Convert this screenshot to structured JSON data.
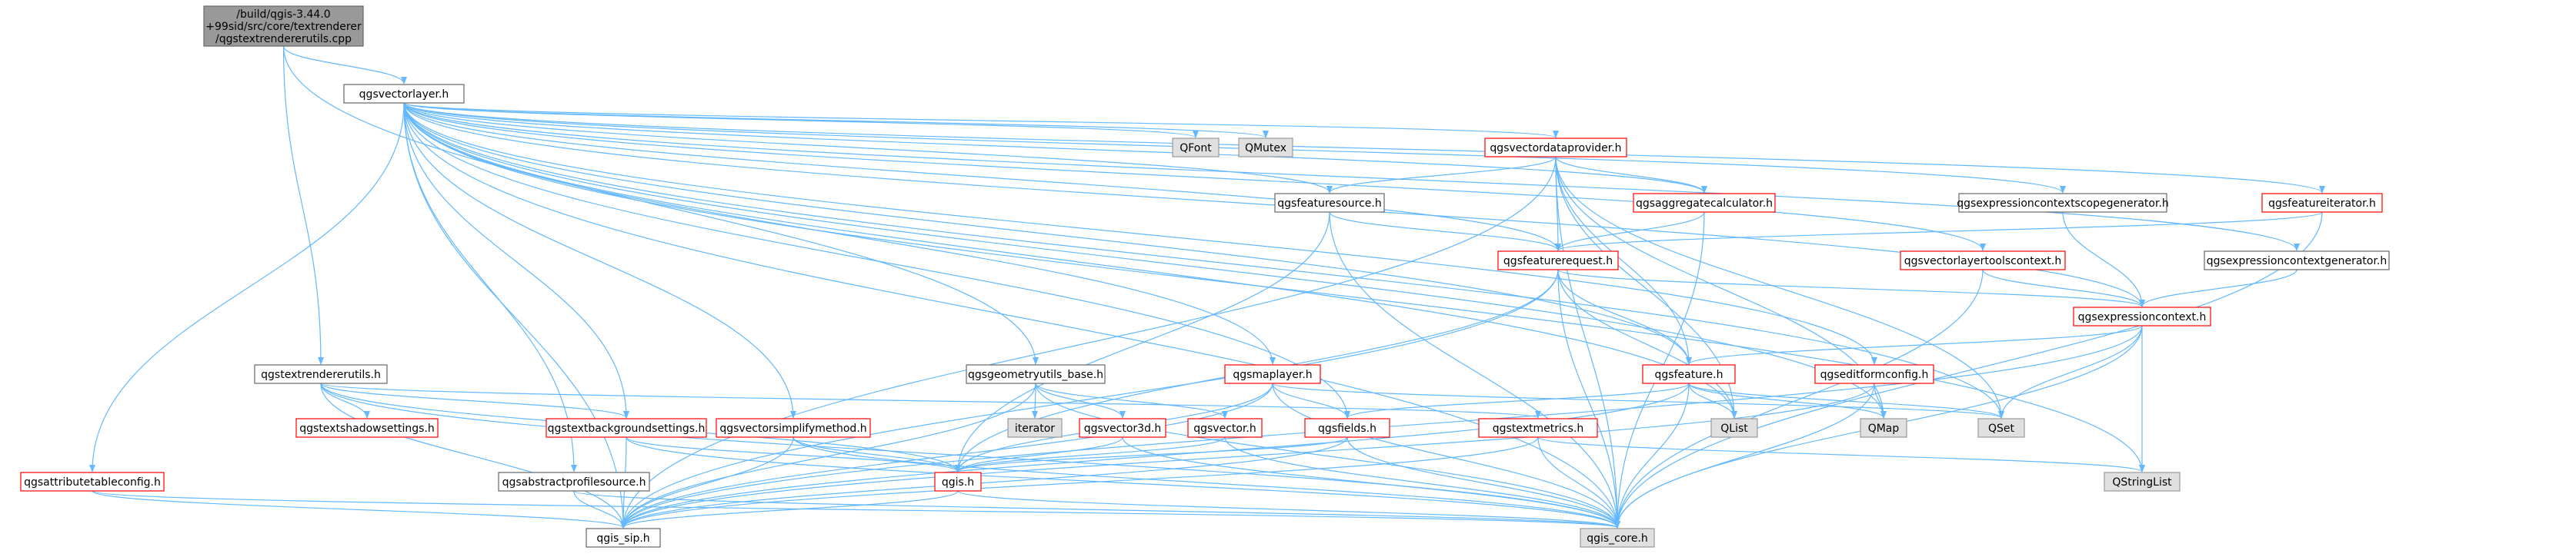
{
  "colors": {
    "edge": "#63b8ff",
    "arrow": "#63b8ff",
    "root_fill": "#999999",
    "root_border": "#666666",
    "node_fill": "#ffffff",
    "node_border_normal": "#666666",
    "node_border_red": "#ff0000",
    "node_fill_external": "#e0e0e0",
    "node_border_external": "#999999"
  },
  "nodes": [
    {
      "id": "root",
      "kind": "root",
      "lines": [
        "/build/qgis-3.44.0",
        "+99sid/src/core/textrenderer",
        "/qgstextrendererutils.cpp"
      ]
    },
    {
      "id": "vectorlayer",
      "kind": "normal",
      "lines": [
        "qgsvectorlayer.h"
      ]
    },
    {
      "id": "qfont",
      "kind": "external",
      "lines": [
        "QFont"
      ]
    },
    {
      "id": "qmutex",
      "kind": "external",
      "lines": [
        "QMutex"
      ]
    },
    {
      "id": "vdp",
      "kind": "red",
      "lines": [
        "qgsvectordataprovider.h"
      ]
    },
    {
      "id": "featuresource",
      "kind": "normal",
      "lines": [
        "qgsfeaturesource.h"
      ]
    },
    {
      "id": "aggcalc",
      "kind": "red",
      "lines": [
        "qgsaggregatecalculator.h"
      ]
    },
    {
      "id": "ecsg",
      "kind": "normal",
      "lines": [
        "qgsexpressioncontextscopegenerator.h"
      ]
    },
    {
      "id": "featiter",
      "kind": "red",
      "lines": [
        "qgsfeatureiterator.h"
      ]
    },
    {
      "id": "featreq",
      "kind": "red",
      "lines": [
        "qgsfeaturerequest.h"
      ]
    },
    {
      "id": "vltc",
      "kind": "red",
      "lines": [
        "qgsvectorlayertoolscontext.h"
      ]
    },
    {
      "id": "ecg",
      "kind": "normal",
      "lines": [
        "qgsexpressioncontextgenerator.h"
      ]
    },
    {
      "id": "expctx",
      "kind": "red",
      "lines": [
        "qgsexpressioncontext.h"
      ]
    },
    {
      "id": "tru",
      "kind": "normal",
      "lines": [
        "qgstextrendererutils.h"
      ]
    },
    {
      "id": "geomutils",
      "kind": "normal",
      "lines": [
        "qgsgeometryutils_base.h"
      ]
    },
    {
      "id": "maplayer",
      "kind": "red",
      "lines": [
        "qgsmaplayer.h"
      ]
    },
    {
      "id": "feature",
      "kind": "red",
      "lines": [
        "qgsfeature.h"
      ]
    },
    {
      "id": "editform",
      "kind": "red",
      "lines": [
        "qgseditformconfig.h"
      ]
    },
    {
      "id": "shadow",
      "kind": "red",
      "lines": [
        "qgstextshadowsettings.h"
      ]
    },
    {
      "id": "bgset",
      "kind": "red",
      "lines": [
        "qgstextbackgroundsettings.h"
      ]
    },
    {
      "id": "vsm",
      "kind": "red",
      "lines": [
        "qgsvectorsimplifymethod.h"
      ]
    },
    {
      "id": "iterator",
      "kind": "external",
      "lines": [
        "iterator"
      ]
    },
    {
      "id": "vec3d",
      "kind": "red",
      "lines": [
        "qgsvector3d.h"
      ]
    },
    {
      "id": "vector",
      "kind": "red",
      "lines": [
        "qgsvector.h"
      ]
    },
    {
      "id": "fields",
      "kind": "red",
      "lines": [
        "qgsfields.h"
      ]
    },
    {
      "id": "metrics",
      "kind": "red",
      "lines": [
        "qgstextmetrics.h"
      ]
    },
    {
      "id": "qlist",
      "kind": "external",
      "lines": [
        "QList"
      ]
    },
    {
      "id": "qmap",
      "kind": "external",
      "lines": [
        "QMap"
      ]
    },
    {
      "id": "qset",
      "kind": "external",
      "lines": [
        "QSet"
      ]
    },
    {
      "id": "attrtable",
      "kind": "red",
      "lines": [
        "qgsattributetableconfig.h"
      ]
    },
    {
      "id": "absprof",
      "kind": "normal",
      "lines": [
        "qgsabstractprofilesource.h"
      ]
    },
    {
      "id": "qgis",
      "kind": "red",
      "lines": [
        "qgis.h"
      ]
    },
    {
      "id": "qstringlist",
      "kind": "external",
      "lines": [
        "QStringList"
      ]
    },
    {
      "id": "sip",
      "kind": "normal",
      "lines": [
        "qgis_sip.h"
      ]
    },
    {
      "id": "core",
      "kind": "external",
      "lines": [
        "qgis_core.h"
      ]
    }
  ]
}
